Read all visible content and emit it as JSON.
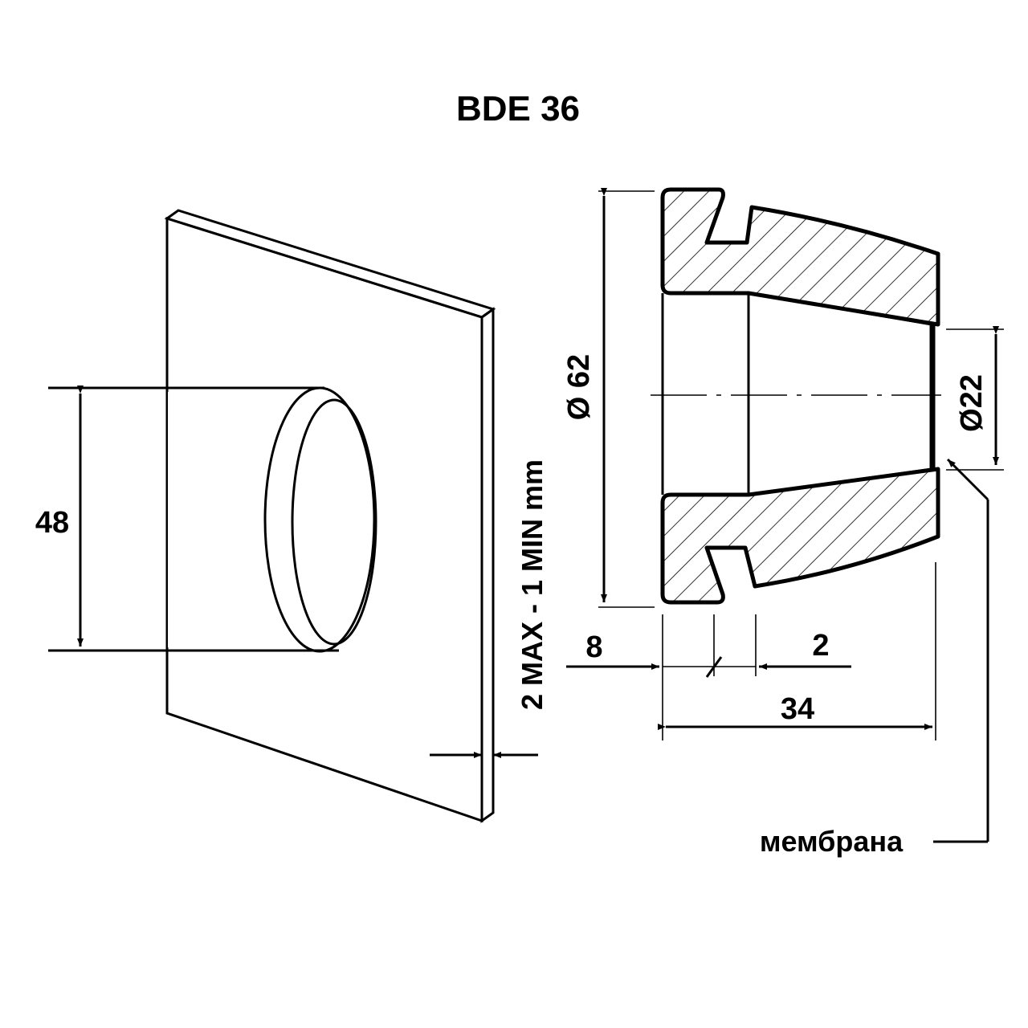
{
  "title": "BDE 36",
  "panel_drawing": {
    "hole_diameter_label": "48",
    "panel_thickness_label": "2 MAX - 1 MIN mm"
  },
  "grommet_section": {
    "outer_diameter_label": "Ø 62",
    "inner_diameter_label": "Ø22",
    "flange_width_label": "8",
    "groove_width_label": "2",
    "total_length_label": "34",
    "membrane_label": "мембрана"
  }
}
